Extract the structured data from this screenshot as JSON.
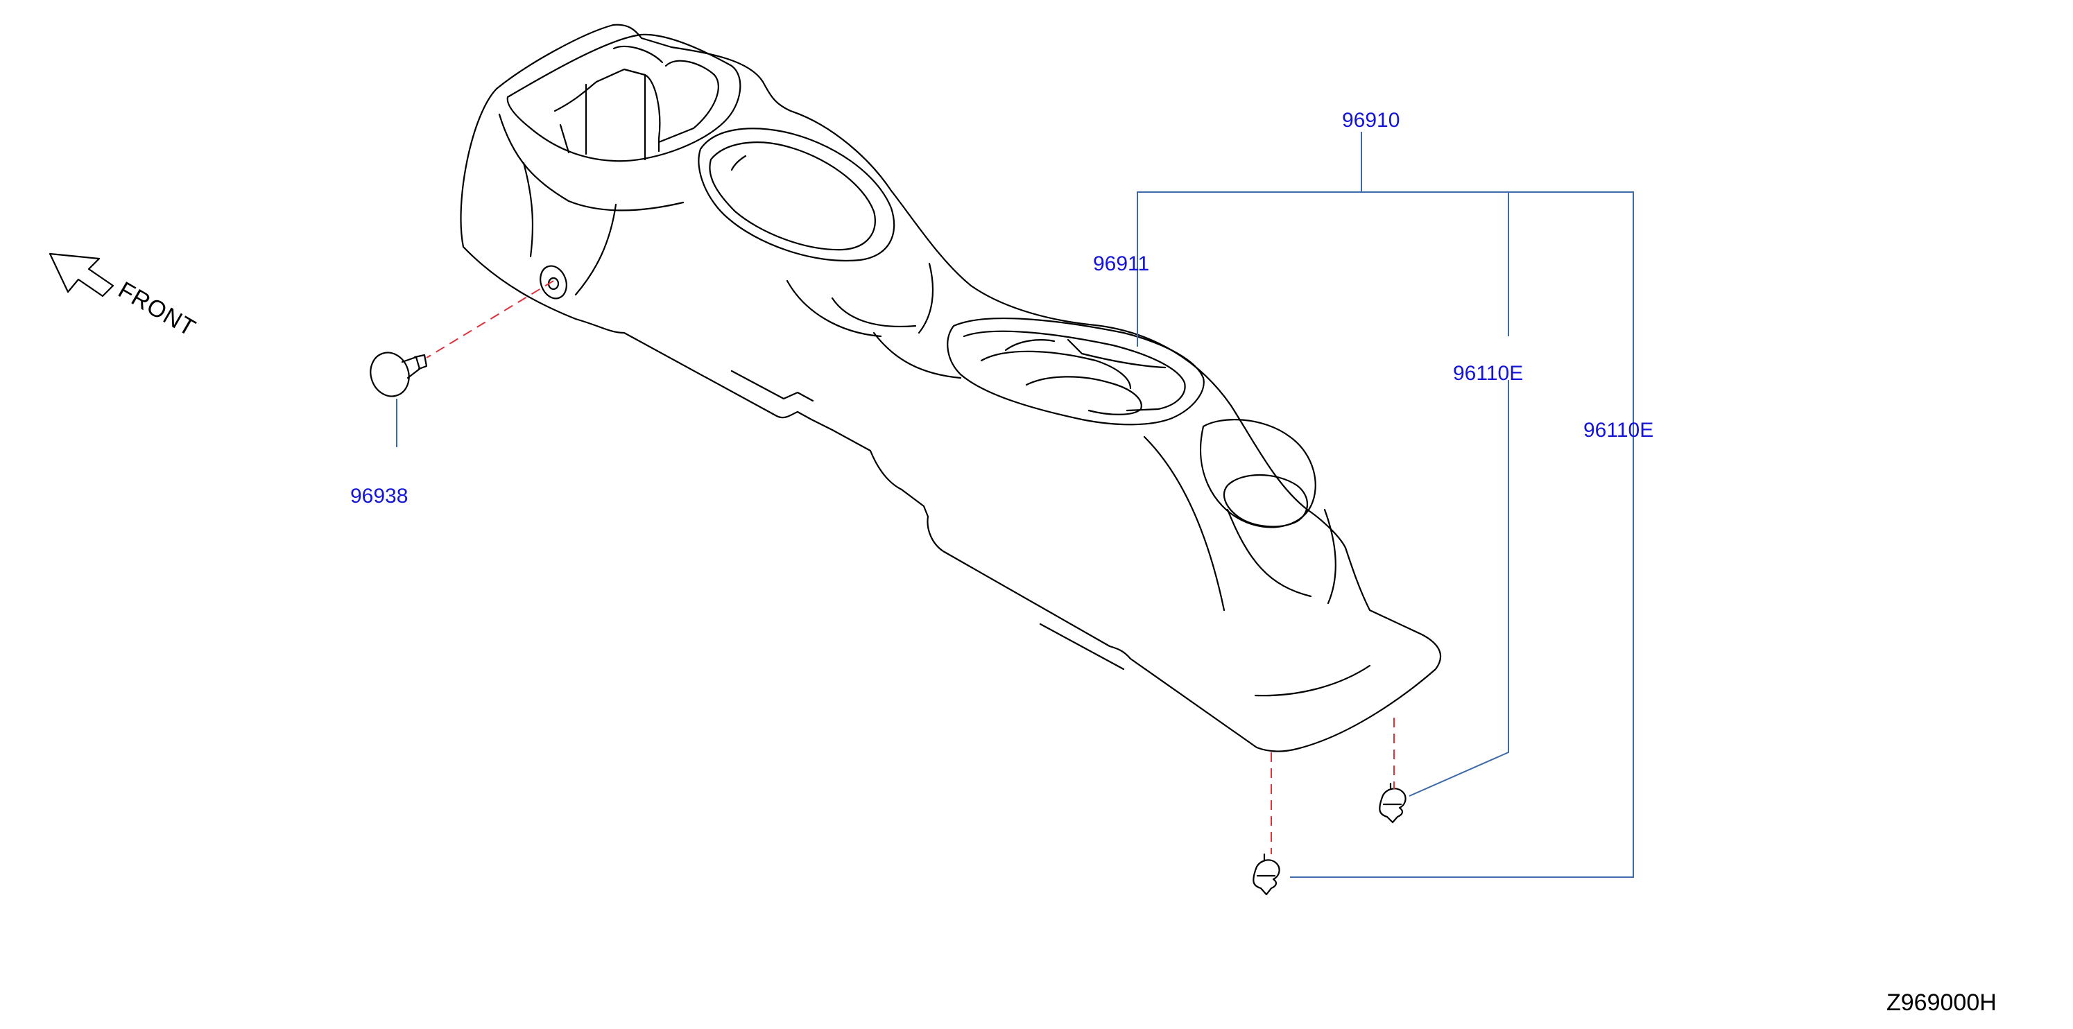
{
  "colors": {
    "label": "#1414d8",
    "leader": "#3d6aa8",
    "dash": "#e0303a",
    "outline": "#000000"
  },
  "parts": {
    "p96910": "96910",
    "p96911": "96911",
    "p96110e_upper": "96110E",
    "p96110e_lower": "96110E",
    "p96938": "96938"
  },
  "front_label": "FRONT",
  "diagram_code": "Z969000H",
  "icons": {
    "front_arrow": "front-arrow-icon",
    "clip": "clip-icon",
    "grommet": "grommet-icon"
  }
}
